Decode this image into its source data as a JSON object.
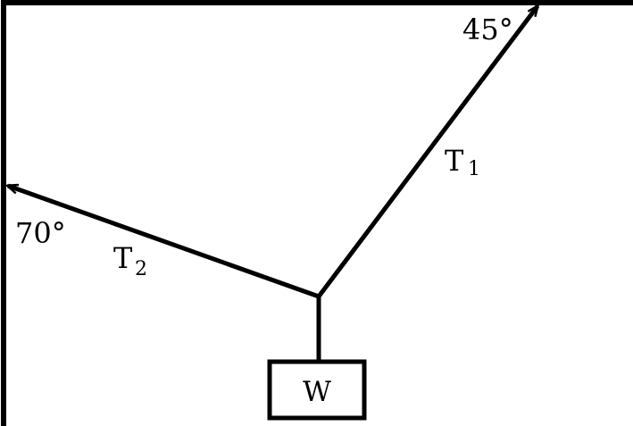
{
  "diagram": {
    "colors": {
      "stroke": "#000000",
      "background": "#ffffff"
    },
    "forces": {
      "t1": {
        "label_main": "T",
        "label_sub": "1",
        "angle_label": "45°"
      },
      "t2": {
        "label_main": "T",
        "label_sub": "2",
        "angle_label": "70°"
      }
    },
    "weight": {
      "label": "W"
    }
  }
}
